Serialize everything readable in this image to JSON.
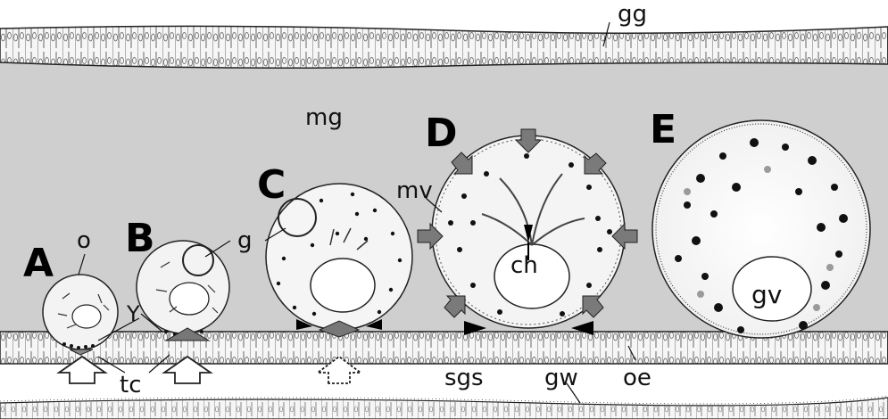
{
  "panels": [
    "A",
    "B",
    "C",
    "D",
    "E"
  ],
  "labels": {
    "gg": "gg",
    "mg": "mg",
    "o": "o",
    "g": "g",
    "Y": "Y",
    "tc": "tc",
    "mv": "mv",
    "ch": "ch",
    "gv": "gv",
    "sgs": "sgs",
    "gw": "gw",
    "oe": "oe"
  },
  "colors": {
    "lumen": "#cfcfcf",
    "cell": "#f4f4f4",
    "outline": "#222222",
    "arrow_gray": "#7a7a7a",
    "yolk_dark": "#111111",
    "yolk_gray": "#9a9a9a"
  }
}
